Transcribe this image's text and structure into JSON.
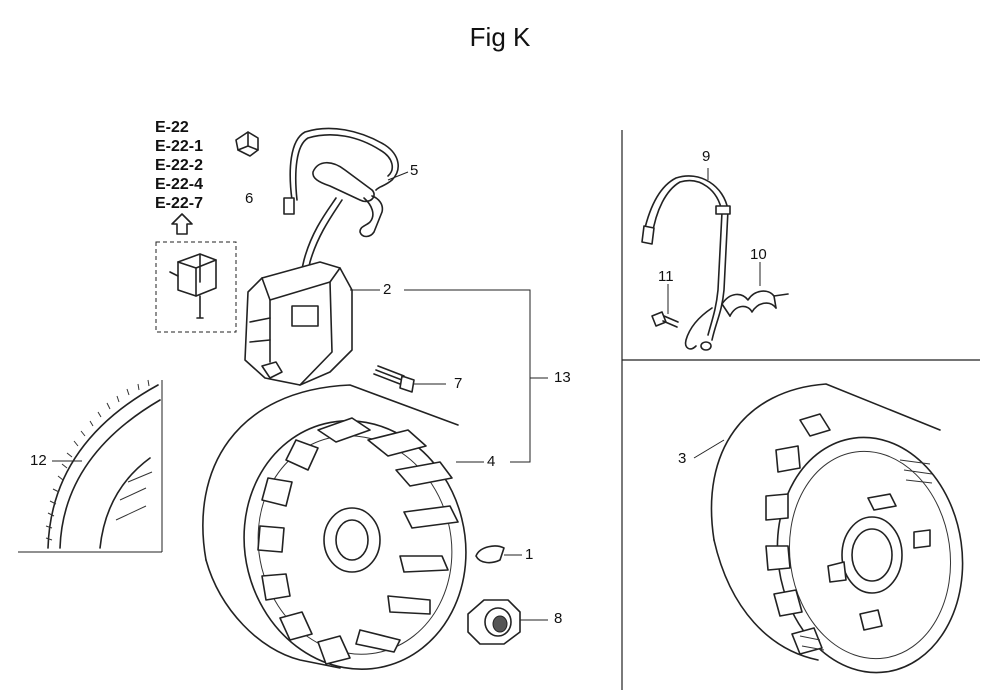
{
  "figure": {
    "title": "Fig K"
  },
  "references": [
    "E-22",
    "E-22-1",
    "E-22-2",
    "E-22-4",
    "E-22-7"
  ],
  "callouts": {
    "c1": "1",
    "c2": "2",
    "c3": "3",
    "c4": "4",
    "c5": "5",
    "c6": "6",
    "c7": "7",
    "c8": "8",
    "c9": "9",
    "c10": "10",
    "c11": "11",
    "c12": "12",
    "c13": "13"
  }
}
